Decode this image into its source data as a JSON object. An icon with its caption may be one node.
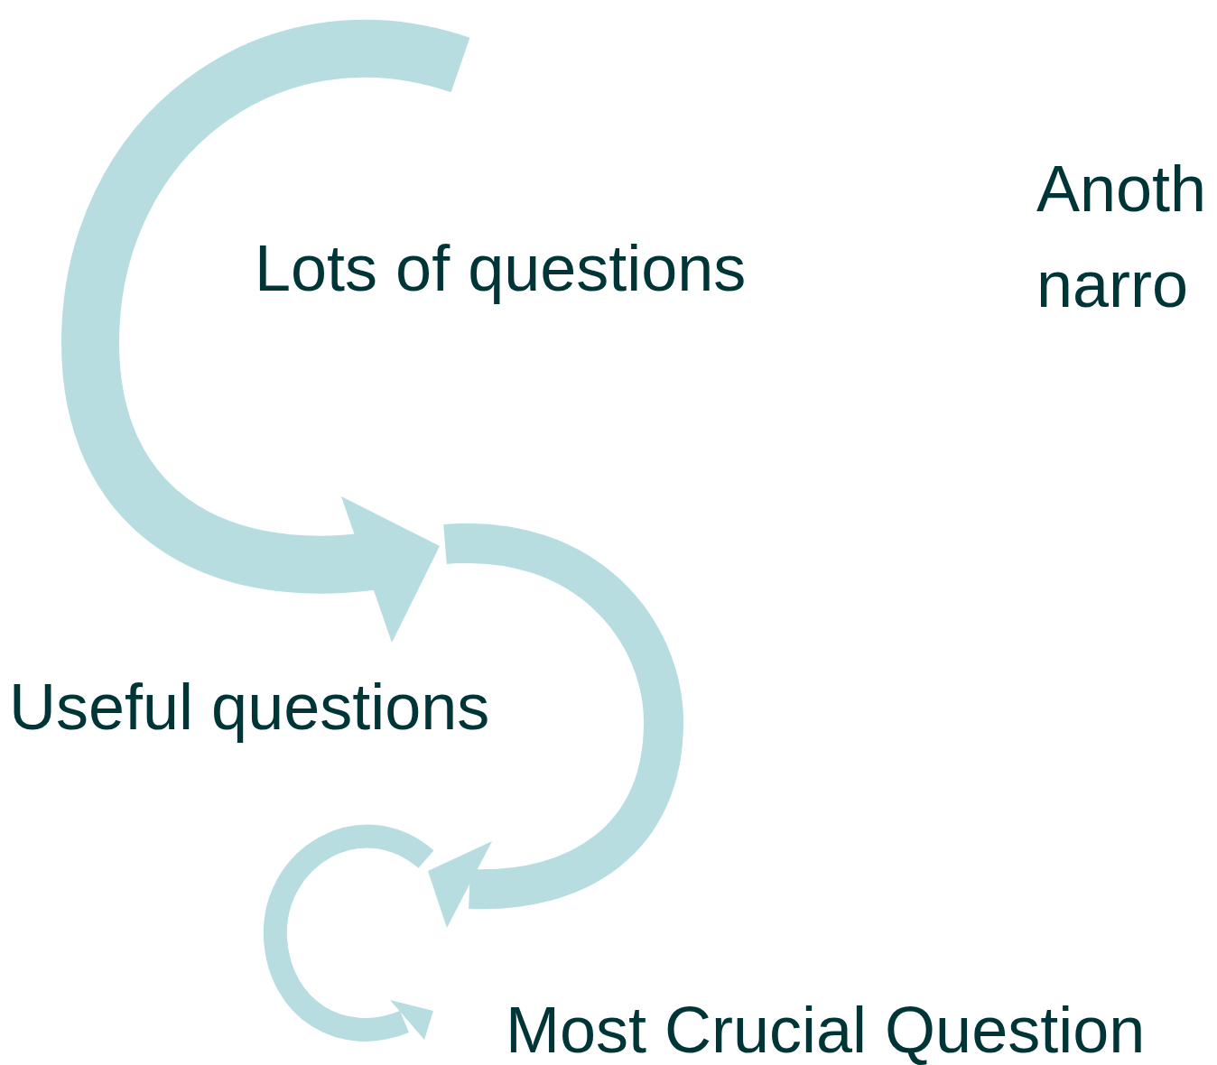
{
  "diagram": {
    "labels": [
      "Anoth",
      "narro",
      "Lots of questions",
      "Useful questions",
      "Most Crucial Question"
    ]
  }
}
